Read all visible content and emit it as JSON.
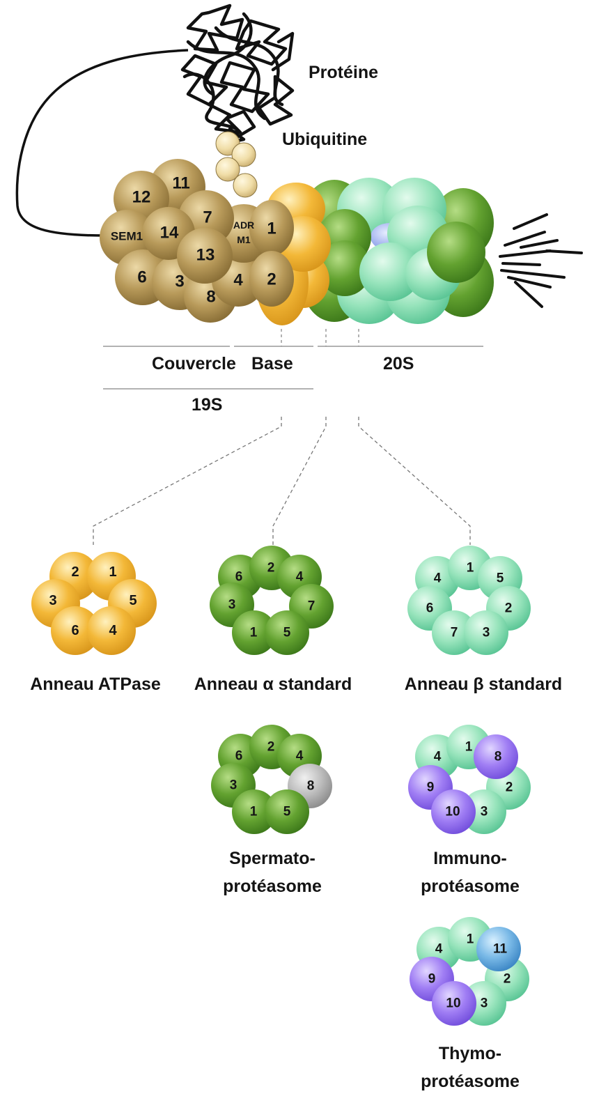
{
  "labels": {
    "protein": "Protéine",
    "ubiquitin": "Ubiquitine",
    "lid": "Couvercle",
    "base": "Base",
    "core": "20S",
    "regulatory": "19S"
  },
  "lid_subunits": [
    "11",
    "12",
    "7",
    "SEM1",
    "14",
    "ADR",
    "M1",
    "13",
    "6",
    "3",
    "8",
    "4"
  ],
  "base_subunits": [
    "1",
    "2"
  ],
  "rings": {
    "atpase": {
      "numbers": [
        "2",
        "1",
        "3",
        "5",
        "6",
        "4"
      ],
      "caption": "Anneau ATPase"
    },
    "alpha": {
      "numbers": [
        "6",
        "2",
        "4",
        "3",
        "7",
        "1",
        "5"
      ],
      "caption": "Anneau α standard"
    },
    "beta": {
      "numbers": [
        "4",
        "1",
        "5",
        "6",
        "2",
        "7",
        "3"
      ],
      "caption": "Anneau β standard"
    },
    "spermato": {
      "numbers": [
        "6",
        "2",
        "4",
        "3",
        "8",
        "1",
        "5"
      ],
      "caption_line1": "Spermato-",
      "caption_line2": "protéasome"
    },
    "immuno": {
      "numbers": [
        "4",
        "1",
        "8",
        "9",
        "2",
        "10",
        "3"
      ],
      "caption_line1": "Immuno-",
      "caption_line2": "protéasome"
    },
    "thymo": {
      "numbers": [
        "4",
        "1",
        "11",
        "9",
        "2",
        "10",
        "3"
      ],
      "caption_line1": "Thymo-",
      "caption_line2": "protéasome"
    }
  },
  "colors": {
    "lid": "#b89a5a",
    "atpase": "#f2b52e",
    "alpha": "#5f9b2c",
    "beta": "#8fe0b6",
    "immuno": "#9a7cf0",
    "thymo_blue": "#6fb4e2",
    "spermato_grey": "#b8b8b8",
    "ubiquitin": "#efdca6",
    "pore": "#9fb4ee"
  }
}
